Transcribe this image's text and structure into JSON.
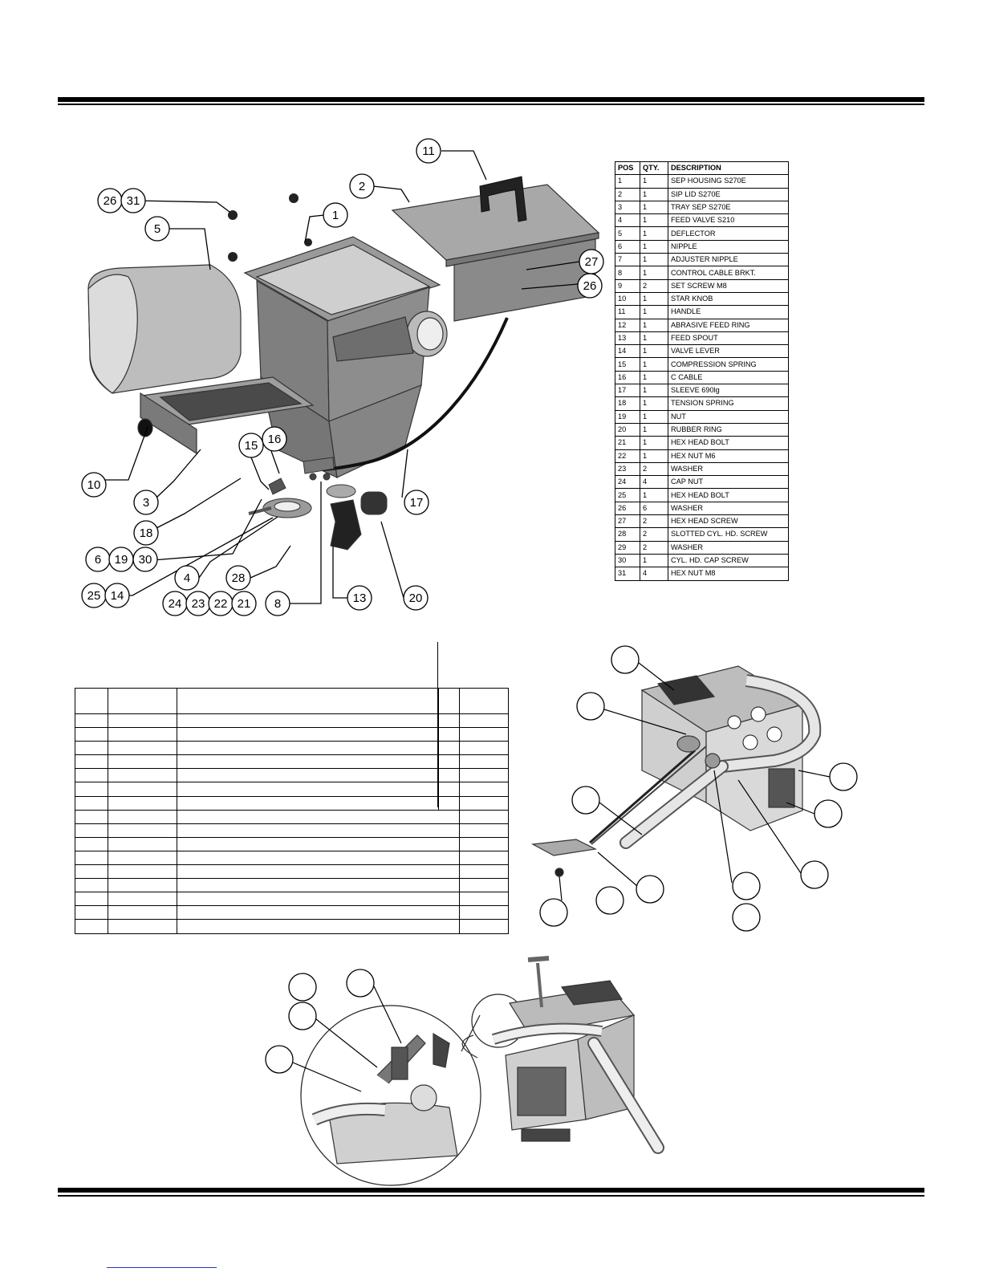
{
  "page": {
    "background": "#ffffff",
    "rule_color": "#000000",
    "link_color": "#2a36c8"
  },
  "parts_table": {
    "headers": [
      "POS",
      "QTY.",
      "DESCRIPTION"
    ],
    "rows": [
      [
        "1",
        "1",
        "SEP HOUSING S270E"
      ],
      [
        "2",
        "1",
        "SIP LID S270E"
      ],
      [
        "3",
        "1",
        "TRAY SEP S270E"
      ],
      [
        "4",
        "1",
        "FEED VALVE S210"
      ],
      [
        "5",
        "1",
        "DEFLECTOR"
      ],
      [
        "6",
        "1",
        "NIPPLE"
      ],
      [
        "7",
        "1",
        "ADJUSTER NIPPLE"
      ],
      [
        "8",
        "1",
        "CONTROL CABLE BRKT."
      ],
      [
        "9",
        "2",
        "SET SCREW M8"
      ],
      [
        "10",
        "1",
        "STAR KNOB"
      ],
      [
        "11",
        "1",
        "HANDLE"
      ],
      [
        "12",
        "1",
        "ABRASIVE FEED RING"
      ],
      [
        "13",
        "1",
        "FEED SPOUT"
      ],
      [
        "14",
        "1",
        "VALVE LEVER"
      ],
      [
        "15",
        "1",
        "COMPRESSION SPRING"
      ],
      [
        "16",
        "1",
        "C CABLE"
      ],
      [
        "17",
        "1",
        "SLEEVE 690lg"
      ],
      [
        "18",
        "1",
        "TENSION SPRING"
      ],
      [
        "19",
        "1",
        "NUT"
      ],
      [
        "20",
        "1",
        "RUBBER RING"
      ],
      [
        "21",
        "1",
        "HEX HEAD BOLT"
      ],
      [
        "22",
        "1",
        "HEX NUT M6"
      ],
      [
        "23",
        "2",
        "WASHER"
      ],
      [
        "24",
        "4",
        "CAP NUT"
      ],
      [
        "25",
        "1",
        "HEX HEAD BOLT"
      ],
      [
        "26",
        "6",
        "WASHER"
      ],
      [
        "27",
        "2",
        "HEX HEAD SCREW"
      ],
      [
        "28",
        "2",
        "SLOTTED CYL. HD. SCREW"
      ],
      [
        "29",
        "2",
        "WASHER"
      ],
      [
        "30",
        "1",
        "CYL. HD. CAP SCREW"
      ],
      [
        "31",
        "4",
        "HEX NUT M8"
      ]
    ]
  },
  "callouts": {
    "c11": "11",
    "c2": "2",
    "c1": "1",
    "c26": "26",
    "c31": "31",
    "c5": "5",
    "c27": "27",
    "c26b": "26",
    "c10": "10",
    "c3": "3",
    "c15": "15",
    "c16": "16",
    "c17": "17",
    "c18": "18",
    "c6": "6",
    "c19": "19",
    "c30": "30",
    "c4": "4",
    "c28": "28",
    "c25": "25",
    "c14": "14",
    "c24": "24",
    "c23": "23",
    "c22": "22",
    "c21": "21",
    "c8": "8",
    "c13": "13",
    "c20": "20"
  },
  "icons": {
    "diagram1": "exploded-separator-assembly-drawing",
    "diagram2": "operator-handle-assembly-drawing",
    "diagram3": "control-panel-detail-drawing"
  }
}
